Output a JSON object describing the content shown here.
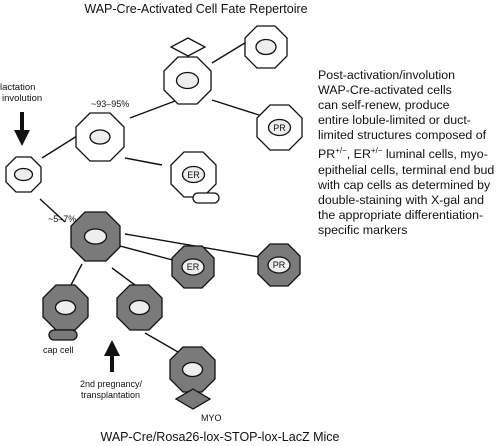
{
  "title": "WAP-Cre-Activated Cell Fate Repertoire",
  "footer": "WAP-Cre/Rosa26-lox-STOP-lox-LacZ Mice",
  "labels": {
    "lactation_line1": "lactation",
    "lactation_line2": "involution",
    "white_percent": "~93–95%",
    "grey_percent": "~5–7%",
    "pregnancy_line1": "2nd pregnancy/",
    "pregnancy_line2": "transplantation",
    "cap_cell": "cap cell",
    "myo": "MYO",
    "pr": "PR",
    "er": "ER"
  },
  "description": {
    "line1": "Post-activation/involution",
    "line2": "WAP-Cre-activated cells",
    "line3": "can self-renew, produce",
    "line4": "entire lobule-limited or duct-",
    "line5": "limited structures composed of",
    "line6_a": "PR",
    "line6_sup1": "+/−",
    "line6_b": ", ER",
    "line6_sup2": "+/−",
    "line6_c": " luminal cells, myo-",
    "line7": "epithelial cells, terminal end bud",
    "line8": "with cap cells as determined by",
    "line9": "double-staining with X-gal and",
    "line10": "the appropriate differentiation-",
    "line11": "specific markers"
  },
  "colors": {
    "activated_fill": "#7a7a7a",
    "inner_fill": "#eeeeee",
    "stroke": "#111111"
  }
}
